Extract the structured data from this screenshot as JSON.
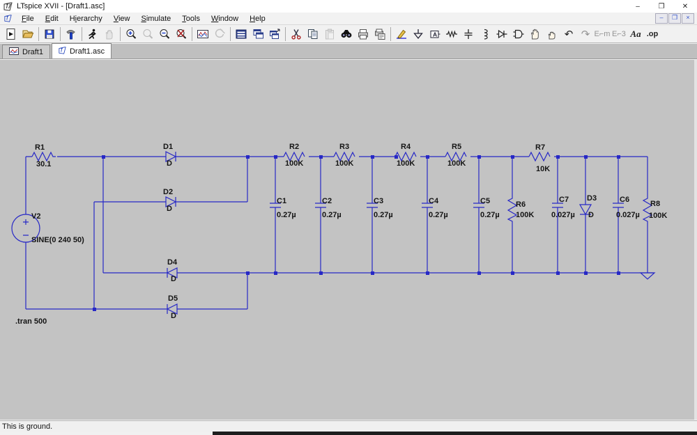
{
  "window": {
    "title": "LTspice XVII - [Draft1.asc]",
    "controls": {
      "minimize": "–",
      "restore": "❐",
      "close": "✕"
    }
  },
  "menu": {
    "items": [
      {
        "label": "File",
        "underline": 0
      },
      {
        "label": "Edit",
        "underline": 0
      },
      {
        "label": "Hierarchy",
        "underline": 1
      },
      {
        "label": "View",
        "underline": 0
      },
      {
        "label": "Simulate",
        "underline": 0
      },
      {
        "label": "Tools",
        "underline": 0
      },
      {
        "label": "Window",
        "underline": 0
      },
      {
        "label": "Help",
        "underline": 0
      }
    ],
    "child_controls": {
      "minimize": "–",
      "restore": "❐",
      "close": "×"
    }
  },
  "toolbar": {
    "items": [
      {
        "icon": "new-schematic-icon",
        "enabled": true
      },
      {
        "icon": "open-icon",
        "enabled": true
      },
      {
        "icon": "save-icon",
        "enabled": true
      },
      {
        "icon": "control-panel-icon",
        "enabled": true
      },
      {
        "icon": "run-icon",
        "enabled": true
      },
      {
        "icon": "halt-icon",
        "enabled": false
      },
      {
        "icon": "zoom-in-icon",
        "enabled": true
      },
      {
        "icon": "zoom-full-extents-icon",
        "enabled": false
      },
      {
        "icon": "zoom-out-icon",
        "enabled": true
      },
      {
        "icon": "zoom-back-icon",
        "enabled": true
      },
      {
        "icon": "waveform-settings-icon",
        "enabled": true
      },
      {
        "icon": "autorange-icon",
        "enabled": false
      },
      {
        "icon": "tile-windows-icon",
        "enabled": true
      },
      {
        "icon": "cascade-windows-icon",
        "enabled": true
      },
      {
        "icon": "arrange-windows-icon",
        "enabled": true
      },
      {
        "icon": "cut-icon",
        "enabled": true
      },
      {
        "icon": "copy-icon",
        "enabled": true
      },
      {
        "icon": "paste-icon",
        "enabled": false
      },
      {
        "icon": "find-icon",
        "enabled": true
      },
      {
        "icon": "print-icon",
        "enabled": true
      },
      {
        "icon": "print-preview-icon",
        "enabled": true
      },
      {
        "icon": "draw-wire-icon",
        "enabled": true
      },
      {
        "icon": "place-ground-icon",
        "enabled": true
      },
      {
        "icon": "label-net-icon",
        "enabled": true
      },
      {
        "icon": "place-resistor-icon",
        "enabled": true
      },
      {
        "icon": "place-capacitor-icon",
        "enabled": true
      },
      {
        "icon": "place-inductor-icon",
        "enabled": true
      },
      {
        "icon": "place-diode-icon",
        "enabled": true
      },
      {
        "icon": "place-component-icon",
        "enabled": true
      },
      {
        "icon": "move-icon",
        "enabled": true
      },
      {
        "icon": "drag-icon",
        "enabled": true
      },
      {
        "icon": "undo-icon",
        "enabled": true,
        "glyph": "↶"
      },
      {
        "icon": "redo-icon",
        "enabled": false,
        "glyph": "↷"
      },
      {
        "icon": "mirror-icon",
        "enabled": false,
        "glyph": "Em"
      },
      {
        "icon": "rotate-icon",
        "enabled": false,
        "glyph": "E3"
      },
      {
        "icon": "place-text-icon",
        "enabled": true,
        "glyph": "Aa"
      },
      {
        "icon": "spice-directive-icon",
        "enabled": true,
        "glyph": ".op"
      }
    ]
  },
  "tabs": [
    {
      "label": "Draft1",
      "icon": "waveform-tab-icon",
      "active": false
    },
    {
      "label": "Draft1.asc",
      "icon": "schematic-tab-icon",
      "active": true
    }
  ],
  "schematic": {
    "directive": ".tran 500",
    "components": [
      {
        "ref": "R1",
        "value": "30.1",
        "type": "resistor",
        "orientation": "horizontal"
      },
      {
        "ref": "V2",
        "value": "SINE(0 240 50)",
        "type": "voltage-source",
        "orientation": "vertical"
      },
      {
        "ref": "D1",
        "value": "D",
        "type": "diode",
        "orientation": "right"
      },
      {
        "ref": "D2",
        "value": "D",
        "type": "diode",
        "orientation": "right"
      },
      {
        "ref": "D4",
        "value": "D",
        "type": "diode",
        "orientation": "left"
      },
      {
        "ref": "D5",
        "value": "D",
        "type": "diode",
        "orientation": "left"
      },
      {
        "ref": "R2",
        "value": "100K",
        "type": "resistor",
        "orientation": "horizontal"
      },
      {
        "ref": "R3",
        "value": "100K",
        "type": "resistor",
        "orientation": "horizontal"
      },
      {
        "ref": "R4",
        "value": "100K",
        "type": "resistor",
        "orientation": "horizontal"
      },
      {
        "ref": "R5",
        "value": "100K",
        "type": "resistor",
        "orientation": "horizontal"
      },
      {
        "ref": "R7",
        "value": "10K",
        "type": "resistor",
        "orientation": "horizontal"
      },
      {
        "ref": "C1",
        "value": "0.27µ",
        "type": "capacitor",
        "orientation": "vertical"
      },
      {
        "ref": "C2",
        "value": "0.27µ",
        "type": "capacitor",
        "orientation": "vertical"
      },
      {
        "ref": "C3",
        "value": "0.27µ",
        "type": "capacitor",
        "orientation": "vertical"
      },
      {
        "ref": "C4",
        "value": "0.27µ",
        "type": "capacitor",
        "orientation": "vertical"
      },
      {
        "ref": "C5",
        "value": "0.27µ",
        "type": "capacitor",
        "orientation": "vertical"
      },
      {
        "ref": "R6",
        "value": "100K",
        "type": "resistor",
        "orientation": "vertical"
      },
      {
        "ref": "C7",
        "value": "0.027µ",
        "type": "capacitor",
        "orientation": "vertical"
      },
      {
        "ref": "D3",
        "value": "D",
        "type": "diode",
        "orientation": "down"
      },
      {
        "ref": "C6",
        "value": "0.027µ",
        "type": "capacitor",
        "orientation": "vertical"
      },
      {
        "ref": "R8",
        "value": "100K",
        "type": "resistor",
        "orientation": "vertical"
      }
    ],
    "ground_node": "bottom-right"
  },
  "status": {
    "text": "This is ground."
  },
  "colors": {
    "wire": "#2728c6",
    "canvas": "#c3c3c3",
    "label": "#141414",
    "titlebar": "#ffffff",
    "chrome": "#f1f1f1"
  }
}
